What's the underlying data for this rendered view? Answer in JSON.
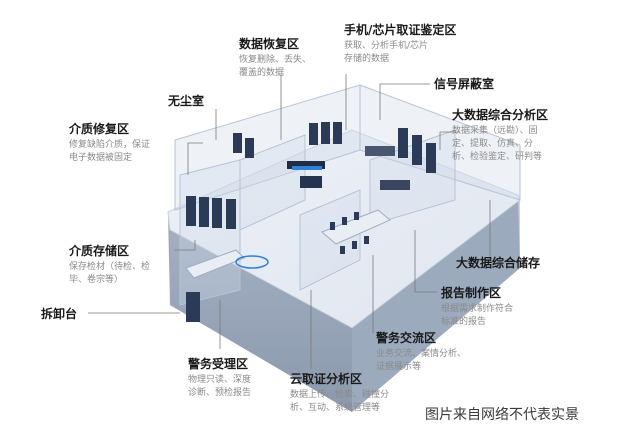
{
  "zones": {
    "data_recovery": {
      "title": "数据恢复区",
      "desc": "恢复删除、丢失、\n覆盖的数据"
    },
    "phone_chip": {
      "title": "手机/芯片取证鉴定区",
      "desc": "获取、分析手机/芯片\n存储的数据"
    },
    "signal_shield": {
      "title": "信号屏蔽室"
    },
    "dust_free": {
      "title": "无尘室"
    },
    "media_repair": {
      "title": "介质修复区",
      "desc": "修复缺陷介质，保证\n电子数据被固定"
    },
    "bigdata_analysis": {
      "title": "大数据综合分析区",
      "desc": "数据采集（远勘）、固\n定、提取、仿真、分\n析、检验鉴定、研判等"
    },
    "media_storage": {
      "title": "介质存储区",
      "desc": "保存检材（待检、检\n毕、卷宗等）"
    },
    "bigdata_storage": {
      "title": "大数据综合储存"
    },
    "disassembly": {
      "title": "拆卸台"
    },
    "report": {
      "title": "报告制作区",
      "desc": "根据需求制作符合\n标准的报告"
    },
    "police_exchange": {
      "title": "警务交流区",
      "desc": "业务交流、案情分析、\n证据展示等"
    },
    "police_reception": {
      "title": "警务受理区",
      "desc": "物理只读、深度\n诊断、预检报告"
    },
    "cloud_forensics": {
      "title": "云取证分析区",
      "desc": "数据上传、检索、碰撞分\n析、互动、系统管理等"
    }
  },
  "watermark": "图片来自网络不代表实景",
  "colors": {
    "accent": "#2e7fd6",
    "leader": "#7a7a7a",
    "glass": "#c7d3e4"
  }
}
